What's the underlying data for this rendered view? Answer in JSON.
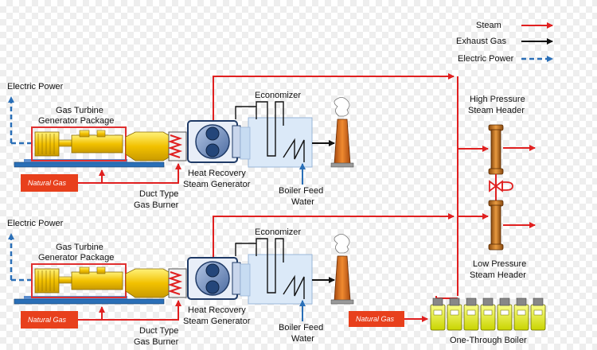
{
  "legend": {
    "steam": "Steam",
    "exhaust_gas": "Exhaust Gas",
    "electric_power": "Electric Power"
  },
  "colors": {
    "steam": "#e02020",
    "exhaust": "#111111",
    "electric": "#2a6fb7",
    "natural_gas_box": "#e8401c",
    "turbine_outline": "#e03030",
    "header_pipe": "#c8701c",
    "stack": "#d86a20"
  },
  "unit_top": {
    "electric_power": "Electric Power",
    "package_line1": "Gas Turbine",
    "package_line2": "Generator Package",
    "natural_gas": "Natural Gas",
    "burner_line1": "Duct Type",
    "burner_line2": "Gas Burner",
    "hrsg_line1": "Heat Recovery",
    "hrsg_line2": "Steam Generator",
    "economizer": "Economizer",
    "feed_line1": "Boiler Feed",
    "feed_line2": "Water"
  },
  "unit_bottom": {
    "electric_power": "Electric Power",
    "package_line1": "Gas Turbine",
    "package_line2": "Generator Package",
    "natural_gas": "Natural Gas",
    "burner_line1": "Duct Type",
    "burner_line2": "Gas Burner",
    "hrsg_line1": "Heat Recovery",
    "hrsg_line2": "Steam Generator",
    "economizer": "Economizer",
    "feed_line1": "Boiler Feed",
    "feed_line2": "Water"
  },
  "headers": {
    "high_line1": "High Pressure",
    "high_line2": "Steam Header",
    "low_line1": "Low Pressure",
    "low_line2": "Steam Header"
  },
  "boiler": {
    "natural_gas": "Natural Gas",
    "label": "One-Through  Boiler"
  }
}
